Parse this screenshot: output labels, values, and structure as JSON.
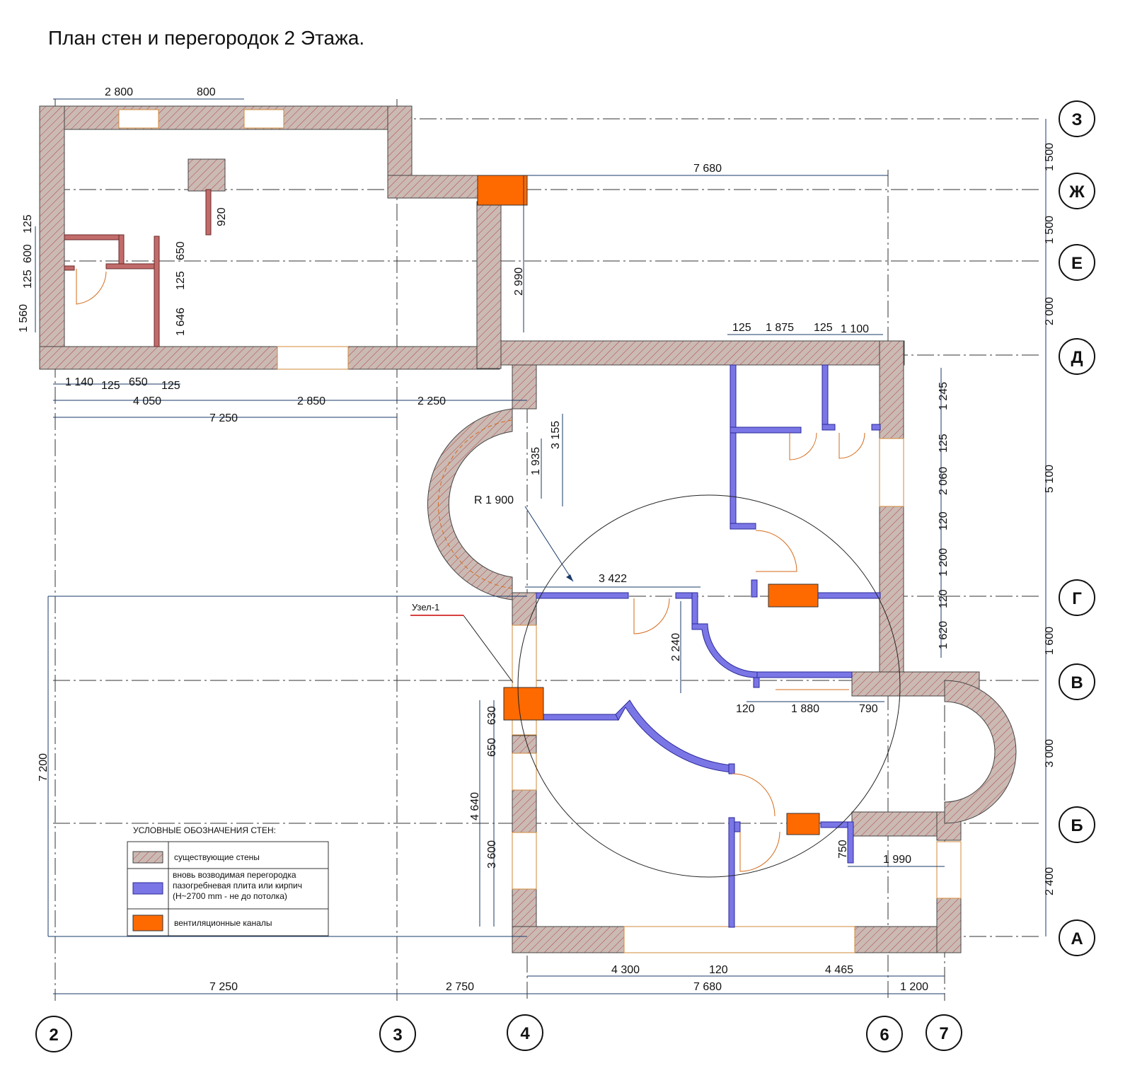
{
  "title": "План стен и перегородок 2 Этажа.",
  "axes_horizontal": [
    "З",
    "Ж",
    "Е",
    "Д",
    "Г",
    "В",
    "Б",
    "А"
  ],
  "axes_vertical": [
    "2",
    "3",
    "4",
    "6",
    "7"
  ],
  "dims": {
    "top_2800": "2 800",
    "top_800": "800",
    "d_7680_top": "7 680",
    "d_125a": "125",
    "d_1875": "1 875",
    "d_125b": "125",
    "d_1100": "1 100",
    "d_1140": "1 140",
    "d_125c": "125",
    "d_650a": "650",
    "d_125d": "125",
    "d_4050": "4 050",
    "d_2850": "2 850",
    "d_2250": "2 250",
    "d_7250a": "7 250",
    "l_125": "125",
    "l_600": "600",
    "l_125b": "125",
    "l_1560": "1 560",
    "v_920": "920",
    "v_650": "650",
    "v_125": "125",
    "v_1646": "1 646",
    "v_2990": "2 990",
    "v_1935": "1 935",
    "v_3155": "3 155",
    "r_1900": "R 1 900",
    "d_3422": "3 422",
    "v_2240": "2 240",
    "d_120a": "120",
    "d_1880": "1 880",
    "d_790": "790",
    "r_1245": "1 245",
    "r_125": "125",
    "r_2060": "2 060",
    "r_120a": "120",
    "r_1200": "1 200",
    "r_120b": "120",
    "r_1620": "1 620",
    "f_1500a": "1 500",
    "f_1500b": "1 500",
    "f_2000": "2 000",
    "f_5100": "5 100",
    "f_1600": "1 600",
    "f_3000": "3 000",
    "f_2400": "2 400",
    "v_630": "630",
    "v_650b": "650",
    "v_4640": "4 640",
    "v_3600": "3 600",
    "v_7200": "7 200",
    "v_750": "750",
    "d_1990": "1 990",
    "b_4300": "4 300",
    "b_120": "120",
    "b_4465": "4 465",
    "b_7250": "7 250",
    "b_2750": "2 750",
    "b_7680": "7 680",
    "b_1200": "1 200",
    "node": "Узел-1"
  },
  "legend": {
    "title": "УСЛОВНЫЕ ОБОЗНАЧЕНИЯ СТЕН:",
    "existing": "существующие стены",
    "new_partition_1": "вновь возводимая перегородка",
    "new_partition_2": "пазогребневая плита или кирпич",
    "new_partition_3": "(H~2700 mm - не до потолка)",
    "vent": "вентиляционные каналы"
  },
  "colors": {
    "existing_wall": "#c9b6b0",
    "new_partition": "#7a76e6",
    "vent": "#ff6a00"
  }
}
